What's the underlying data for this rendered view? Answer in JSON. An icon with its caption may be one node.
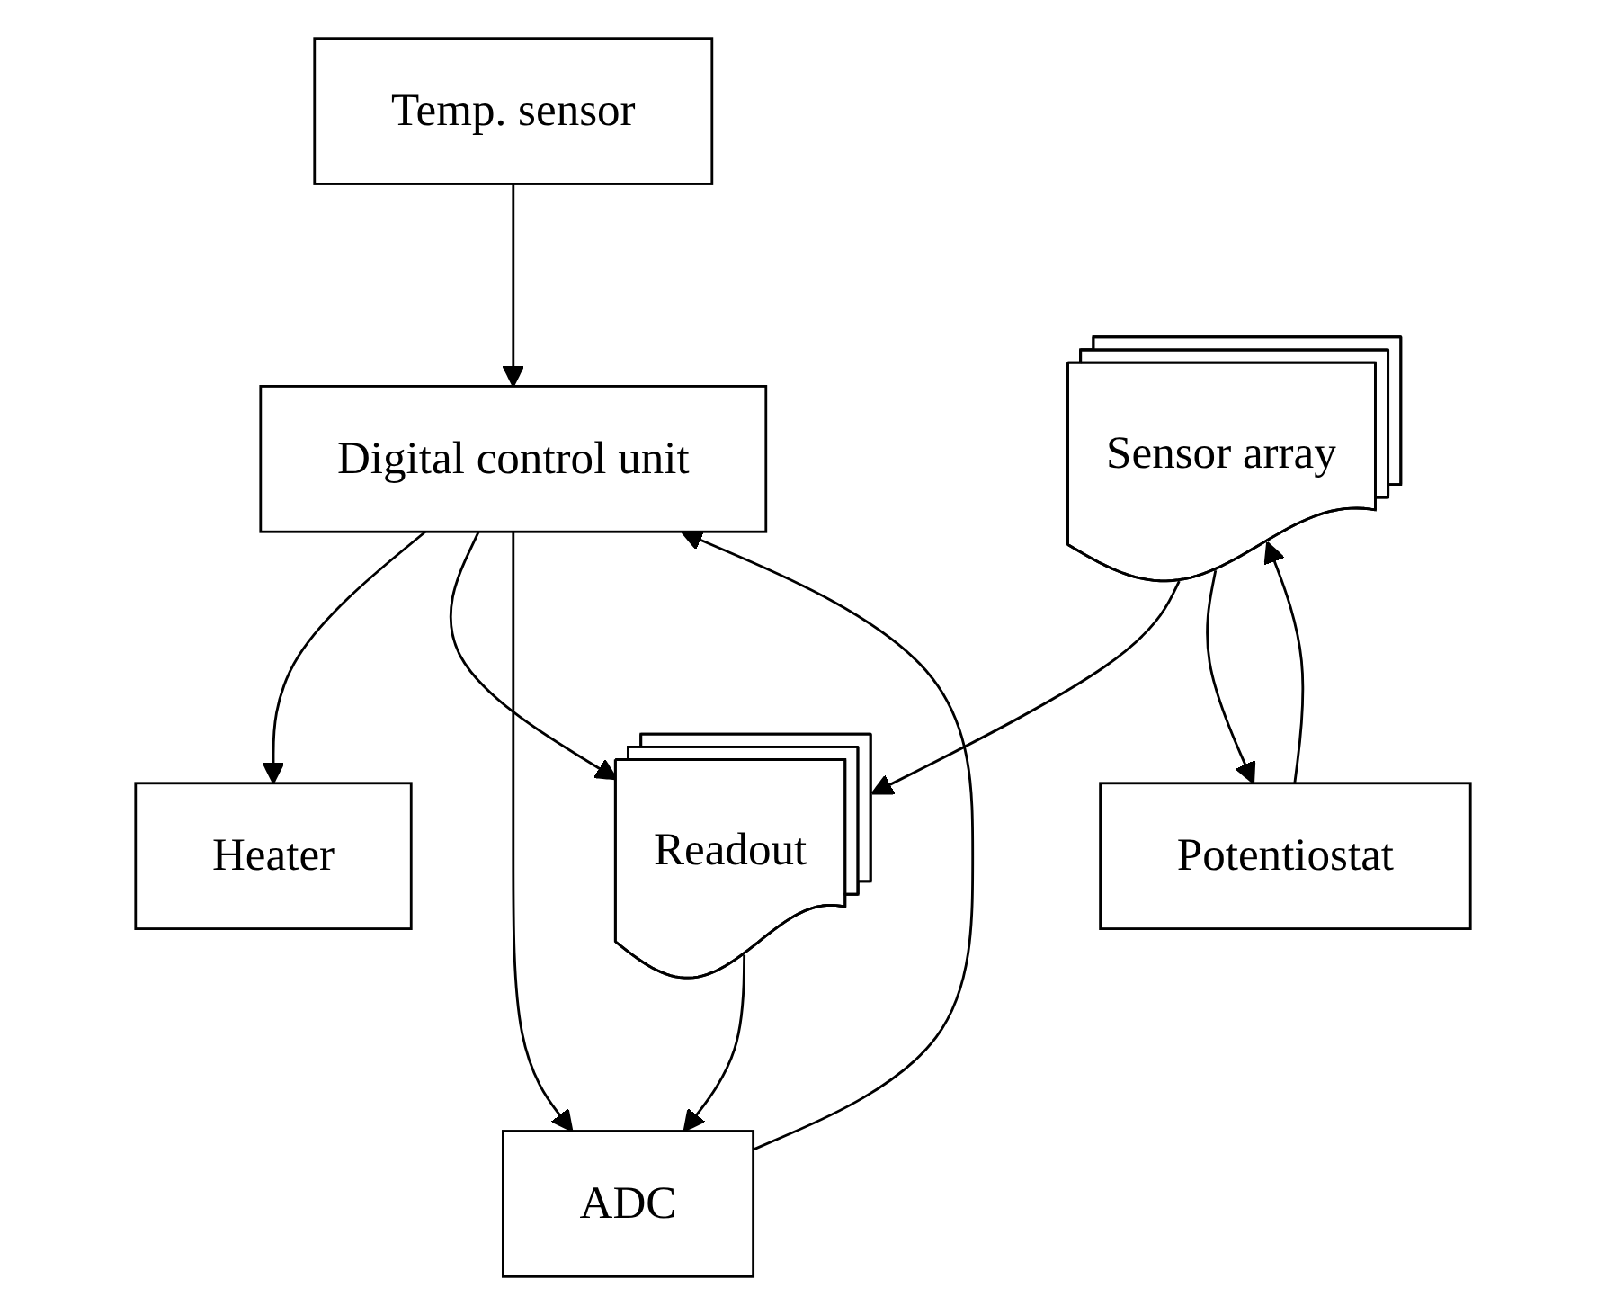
{
  "diagram": {
    "nodes": [
      {
        "text": [
          "Temp. sensor"
        ]
      },
      {
        "text": [
          "Heater"
        ]
      },
      {
        "text": [
          "Digital control unit"
        ]
      },
      {
        "text": [
          "Sensor array"
        ]
      },
      {
        "text": [
          "Readout"
        ]
      },
      {
        "text": [
          "ADC"
        ]
      },
      {
        "text": [
          "Potentiostat"
        ]
      }
    ],
    "edges": [
      {
        "from": 0,
        "to": 2,
        "arrow": "to"
      },
      {
        "from": 2,
        "to": 1,
        "arrow": "to"
      },
      {
        "from": 2,
        "to": 4,
        "arrow": "to"
      },
      {
        "from": 5,
        "to": 2,
        "arrow": "to"
      },
      {
        "from": 2,
        "to": 5,
        "arrow": "to"
      },
      {
        "from": 3,
        "to": 4,
        "arrow": "to"
      },
      {
        "from": 4,
        "to": 5,
        "arrow": "to"
      },
      {
        "from": 6,
        "to": 3,
        "arrow": "to"
      },
      {
        "from": 3,
        "to": 6,
        "arrow": "to"
      }
    ]
  }
}
